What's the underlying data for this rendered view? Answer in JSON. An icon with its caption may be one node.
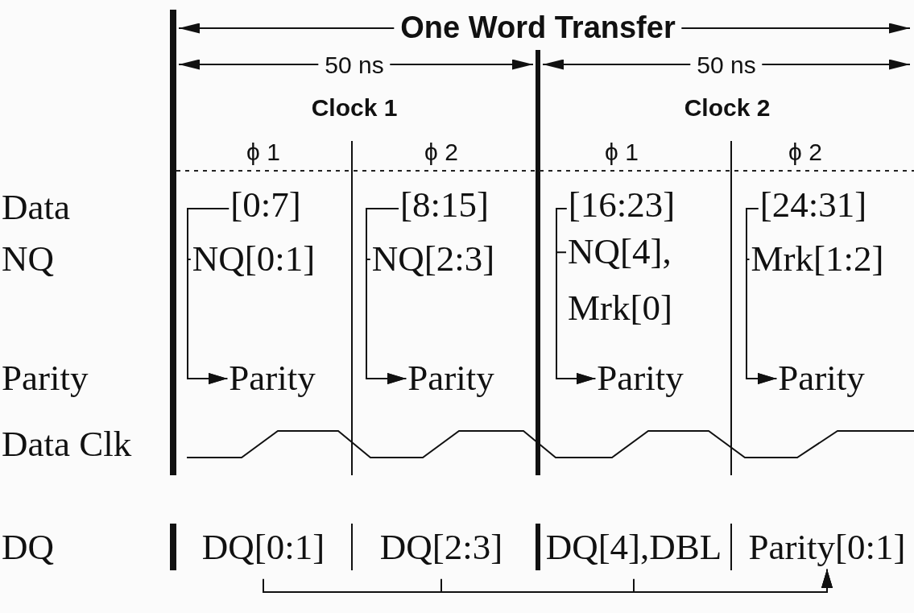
{
  "diagram": {
    "nodes": [
      {
        "text": [
          "[0:7]"
        ]
      },
      {
        "text": [
          "NQ[0:1]"
        ]
      },
      {
        "text": [
          "Parity"
        ]
      },
      {
        "text": [
          "[8:15]"
        ]
      },
      {
        "text": [
          "NQ[2:3]"
        ]
      },
      {
        "text": [
          "Parity"
        ]
      },
      {
        "text": [
          "[16:23]"
        ]
      },
      {
        "text": [
          "NQ[4], Mrk[0]"
        ]
      },
      {
        "text": [
          "Parity"
        ]
      },
      {
        "text": [
          "[24:31]"
        ]
      },
      {
        "text": [
          "Mrk[1:2]"
        ]
      },
      {
        "text": [
          "Parity"
        ]
      },
      {
        "text": [
          "DQ[0:1]"
        ]
      },
      {
        "text": [
          "DQ[2:3]"
        ]
      },
      {
        "text": [
          "DQ[4],DBL"
        ]
      },
      {
        "text": [
          "Parity[0:1]"
        ]
      }
    ],
    "edges": [
      {
        "from": 0,
        "to": 2,
        "arrow": "to"
      },
      {
        "from": 1,
        "to": 2,
        "arrow": "to"
      },
      {
        "from": 3,
        "to": 5,
        "arrow": "to"
      },
      {
        "from": 4,
        "to": 5,
        "arrow": "to"
      },
      {
        "from": 6,
        "to": 8,
        "arrow": "to"
      },
      {
        "from": 7,
        "to": 8,
        "arrow": "to"
      },
      {
        "from": 9,
        "to": 11,
        "arrow": "to"
      },
      {
        "from": 10,
        "to": 11,
        "arrow": "to"
      },
      {
        "from": 12,
        "to": 15,
        "arrow": "to"
      },
      {
        "from": 13,
        "to": 15,
        "arrow": "to"
      },
      {
        "from": 14,
        "to": 15,
        "arrow": "to"
      }
    ],
    "labels": [
      "One Word Transfer",
      "50 ns",
      "50 ns",
      "Clock 1",
      "Clock 2",
      "ϕ 1",
      "ϕ 2",
      "ϕ 1",
      "ϕ 2",
      "Data",
      "NQ",
      "Parity",
      "Data Clk",
      "DQ"
    ]
  }
}
